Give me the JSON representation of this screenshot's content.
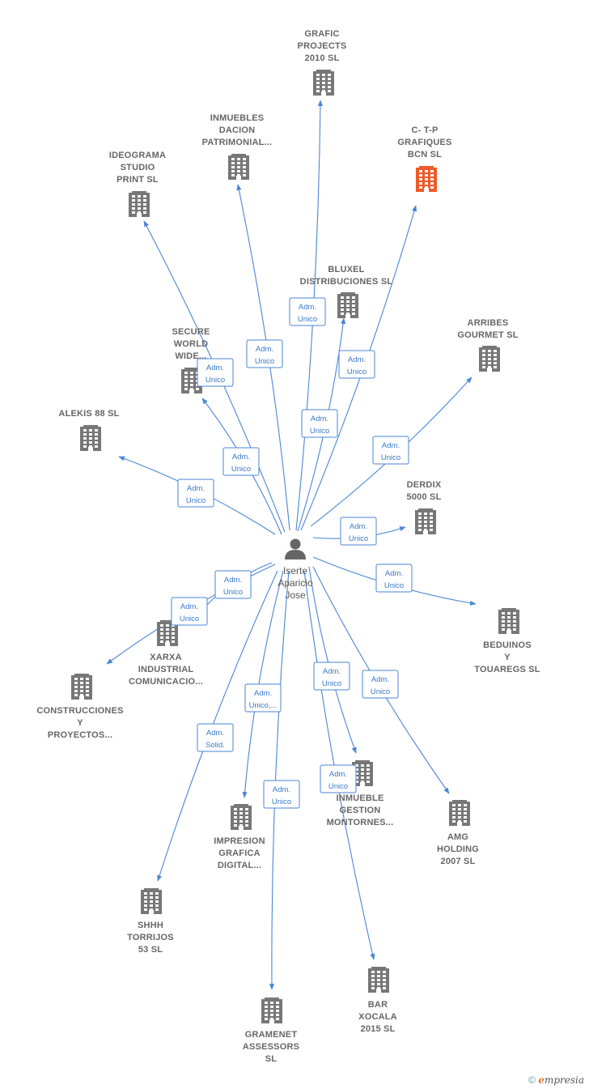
{
  "colors": {
    "edge": "#4a86d6",
    "building": "#777777",
    "building_highlight": "#f05a28",
    "person": "#666666"
  },
  "center": {
    "label_lines": [
      "Iserte",
      "Aparicio",
      "Jose"
    ],
    "icon": "person-icon"
  },
  "companies": [
    {
      "id": "grafic",
      "lines": [
        "GRAFIC",
        "PROJECTS",
        "2010  SL"
      ],
      "highlight": false
    },
    {
      "id": "inmuebles-dacion",
      "lines": [
        "INMUEBLES",
        "DACION",
        "PATRIMONIAL..."
      ],
      "highlight": false
    },
    {
      "id": "ctp",
      "lines": [
        "C- T-P",
        "GRAFIQUES",
        "BCN  SL"
      ],
      "highlight": true
    },
    {
      "id": "ideograma",
      "lines": [
        "IDEOGRAMA",
        "STUDIO",
        "PRINT  SL"
      ],
      "highlight": false
    },
    {
      "id": "bluxel",
      "lines": [
        "BLUXEL",
        "DISTRIBUCIONES SL"
      ],
      "highlight": false
    },
    {
      "id": "arribes",
      "lines": [
        "ARRIBES",
        "GOURMET  SL"
      ],
      "highlight": false
    },
    {
      "id": "secure",
      "lines": [
        "SECURE",
        "WORLD",
        "WIDE..."
      ],
      "highlight": false
    },
    {
      "id": "alekis",
      "lines": [
        "ALEKIS 88 SL"
      ],
      "highlight": false
    },
    {
      "id": "derdix",
      "lines": [
        "DERDIX",
        "5000  SL"
      ],
      "highlight": false
    },
    {
      "id": "beduinos",
      "lines": [
        "BEDUINOS",
        "Y",
        "TOUAREGS SL"
      ],
      "highlight": false
    },
    {
      "id": "xarxa",
      "lines": [
        "XARXA",
        "INDUSTRIAL",
        "COMUNICACIO..."
      ],
      "highlight": false
    },
    {
      "id": "construcciones",
      "lines": [
        "CONSTRUCCIONES",
        "Y",
        "PROYECTOS..."
      ],
      "highlight": false
    },
    {
      "id": "inmueble-gestion",
      "lines": [
        "INMUEBLE",
        "GESTION",
        "MONTORNES..."
      ],
      "highlight": false
    },
    {
      "id": "amg",
      "lines": [
        "AMG",
        "HOLDING",
        "2007  SL"
      ],
      "highlight": false
    },
    {
      "id": "impresion",
      "lines": [
        "IMPRESION",
        "GRAFICA",
        "DIGITAL..."
      ],
      "highlight": false
    },
    {
      "id": "shhh",
      "lines": [
        "SHHH",
        "TORRIJOS",
        "53  SL"
      ],
      "highlight": false
    },
    {
      "id": "gramenet",
      "lines": [
        "GRAMENET",
        "ASSESSORS",
        "SL"
      ],
      "highlight": false
    },
    {
      "id": "bar",
      "lines": [
        "BAR",
        "XOCALA",
        "2015  SL"
      ],
      "highlight": false
    }
  ],
  "relations": [
    {
      "target": "grafic",
      "lines": [
        "Adm.",
        "Unico"
      ]
    },
    {
      "target": "inmuebles-dacion",
      "lines": [
        "Adm.",
        "Unico"
      ]
    },
    {
      "target": "ctp",
      "lines": [
        "Adm.",
        "Unico"
      ]
    },
    {
      "target": "ideograma",
      "lines": [
        "Adm.",
        "Unico"
      ]
    },
    {
      "target": "bluxel",
      "lines": [
        "Adm.",
        "Unico"
      ]
    },
    {
      "target": "arribes",
      "lines": [
        "Adm.",
        "Unico"
      ]
    },
    {
      "target": "secure",
      "lines": [
        "Adm.",
        "Unico"
      ]
    },
    {
      "target": "alekis",
      "lines": [
        "Adm.",
        "Unico"
      ]
    },
    {
      "target": "derdix",
      "lines": [
        "Adm.",
        "Unico"
      ]
    },
    {
      "target": "beduinos",
      "lines": [
        "Adm.",
        "Unico"
      ]
    },
    {
      "target": "xarxa",
      "lines": [
        "Adm.",
        "Unico"
      ]
    },
    {
      "target": "construcciones",
      "lines": [
        "Adm.",
        "Unico"
      ]
    },
    {
      "target": "inmueble-gestion",
      "lines": [
        "Adm.",
        "Unico"
      ]
    },
    {
      "target": "amg",
      "lines": [
        "Adm.",
        "Unico"
      ]
    },
    {
      "target": "impresion",
      "lines": [
        "Adm.",
        "Unico,..."
      ]
    },
    {
      "target": "shhh",
      "lines": [
        "Adm.",
        "Solid."
      ]
    },
    {
      "target": "gramenet",
      "lines": [
        "Adm.",
        "Unico"
      ]
    },
    {
      "target": "bar",
      "lines": [
        "Adm.",
        "Unico"
      ]
    }
  ],
  "credit": {
    "symbol": "©",
    "brand_initial": "e",
    "brand_rest": "mpresia"
  }
}
